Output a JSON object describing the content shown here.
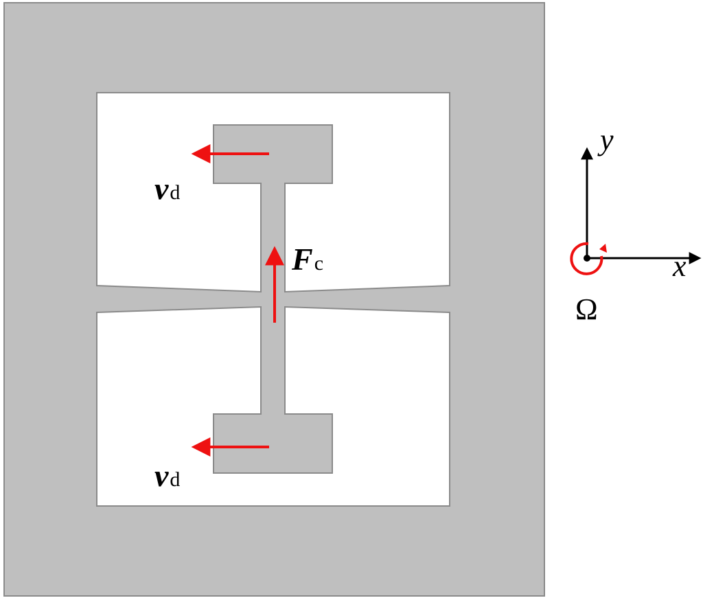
{
  "colors": {
    "frame_fill": "#bfbfbf",
    "frame_stroke": "#8a8a8a",
    "window_fill": "#ffffff",
    "force_arrow": "#ee1111",
    "axis": "#000000"
  },
  "labels": {
    "vd_top": {
      "main": "v",
      "sub": "d"
    },
    "vd_bottom": {
      "main": "v",
      "sub": "d"
    },
    "coriolis_force": {
      "main": "F",
      "sub": "c"
    }
  },
  "axes": {
    "x_label": "x",
    "y_label": "y",
    "rotation_label": "Ω"
  },
  "icons": [
    "arrow-left-icon",
    "arrow-up-icon",
    "rotation-arrow-icon"
  ]
}
